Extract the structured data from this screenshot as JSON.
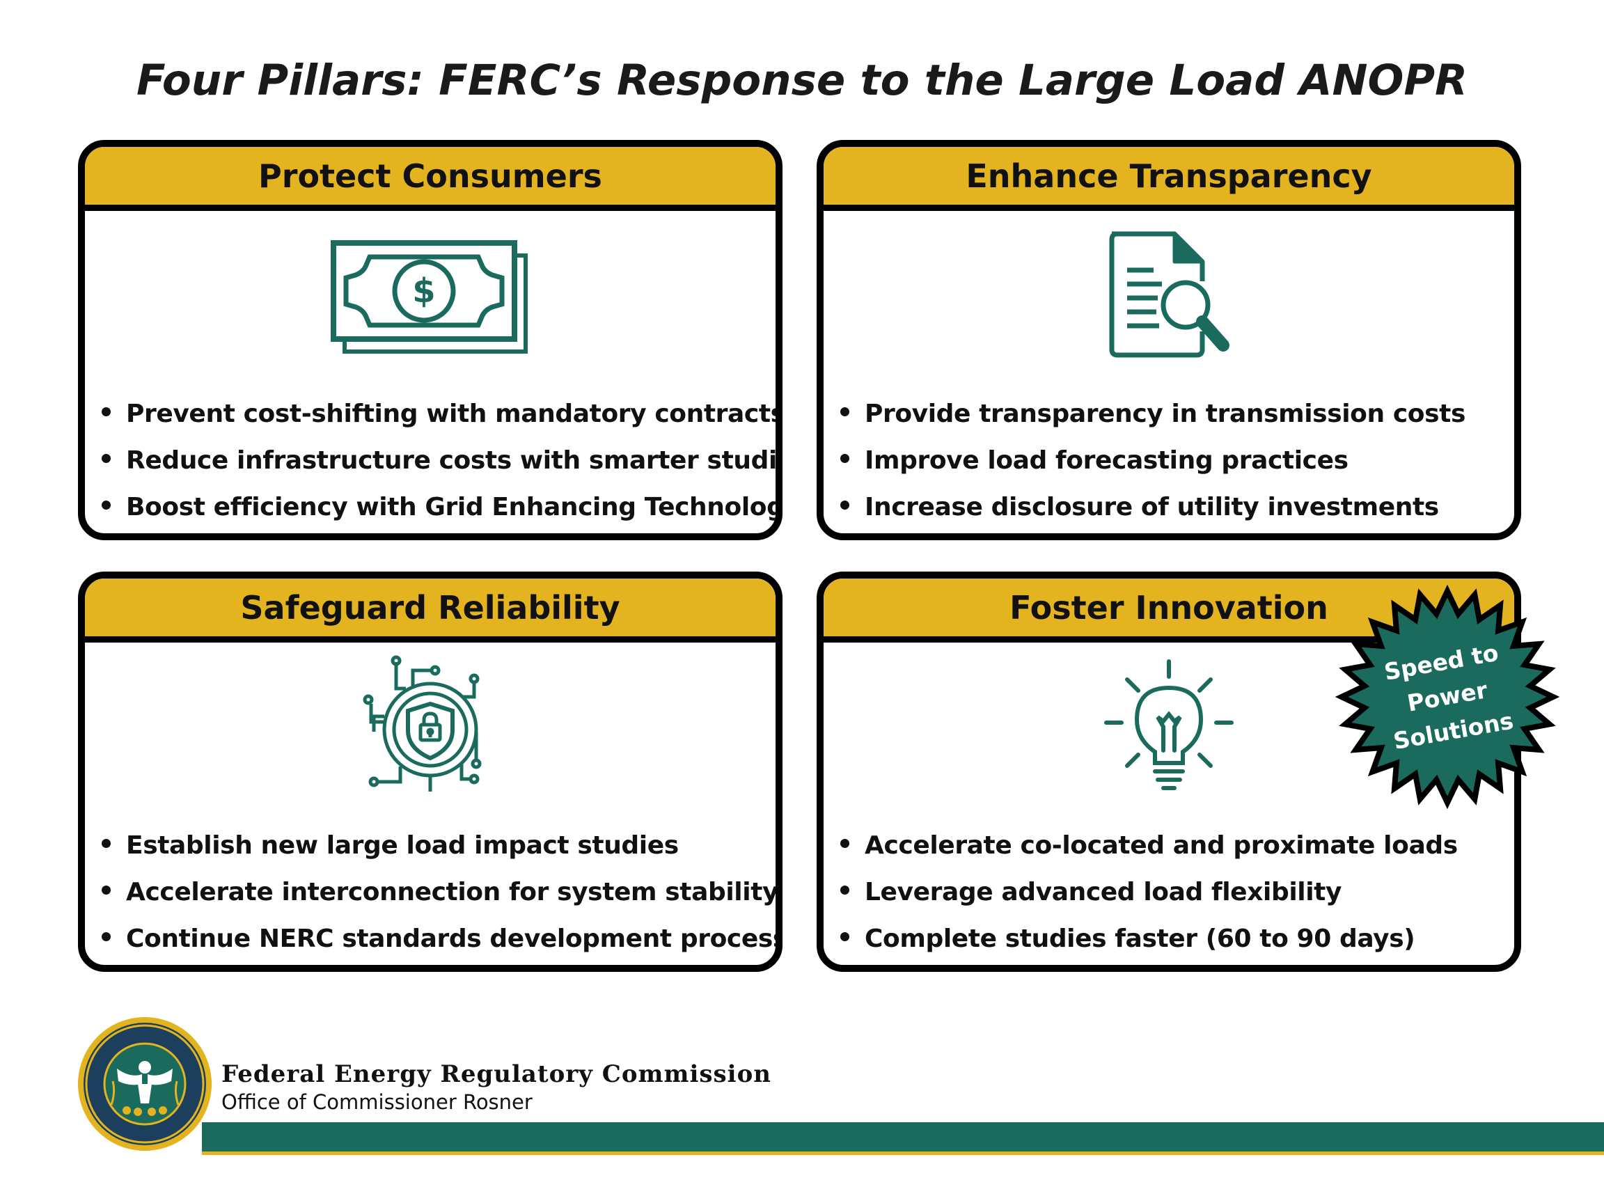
{
  "title": "Four Pillars: FERC’s Response to the Large Load ANOPR",
  "colors": {
    "accent_gold": "#e3b41f",
    "teal": "#1a6b5e",
    "border": "#000000"
  },
  "pillars": [
    {
      "heading": "Protect Consumers",
      "icon": "money-bill-icon",
      "bullets": [
        "Prevent cost-shifting with mandatory contracts",
        "Reduce infrastructure costs with smarter studies",
        "Boost efficiency with Grid Enhancing Technologies"
      ]
    },
    {
      "heading": "Enhance Transparency",
      "icon": "document-search-icon",
      "bullets": [
        "Provide transparency in transmission costs",
        "Improve load forecasting practices",
        "Increase disclosure of utility investments"
      ]
    },
    {
      "heading": "Safeguard Reliability",
      "icon": "shield-lock-circuit-icon",
      "bullets": [
        "Establish new large load impact studies",
        "Accelerate interconnection for system stability",
        "Continue NERC standards development process"
      ]
    },
    {
      "heading": "Foster Innovation",
      "icon": "lightbulb-icon",
      "bullets": [
        "Accelerate co-located and proximate loads",
        "Leverage advanced load flexibility",
        "Complete studies faster (60 to 90 days)"
      ]
    }
  ],
  "badge": {
    "lines": [
      "Speed to",
      "Power",
      "Solutions"
    ]
  },
  "footer": {
    "seal_icon": "ferc-seal-icon",
    "organization": "Federal Energy Regulatory Commission",
    "office": "Office of Commissioner Rosner"
  }
}
